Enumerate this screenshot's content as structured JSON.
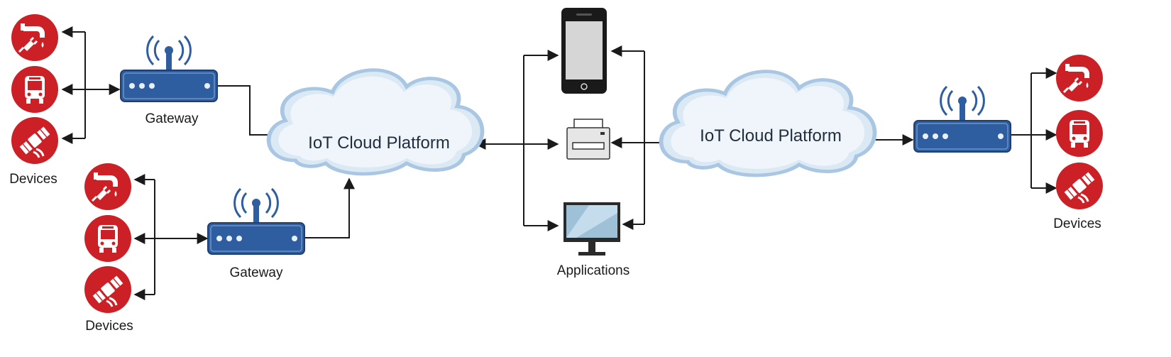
{
  "diagram": {
    "clouds": {
      "left": "IoT Cloud Platform",
      "right": "IoT Cloud Platform"
    },
    "gateways": {
      "top": "Gateway",
      "bottom": "Gateway"
    },
    "device_groups": {
      "top_left": "Devices",
      "bottom_left": "Devices",
      "right": "Devices"
    },
    "applications": "Applications",
    "device_icons": [
      "plug-tap-icon",
      "bus-icon",
      "satellite-icon"
    ],
    "app_icons": [
      "smartphone-icon",
      "printer-icon",
      "monitor-icon"
    ],
    "colors": {
      "device_red": "#cc2027",
      "gateway_blue": "#2f5ea0",
      "cloud_fill": "#dbe9f5",
      "cloud_outline": "#a9c6e2"
    }
  }
}
